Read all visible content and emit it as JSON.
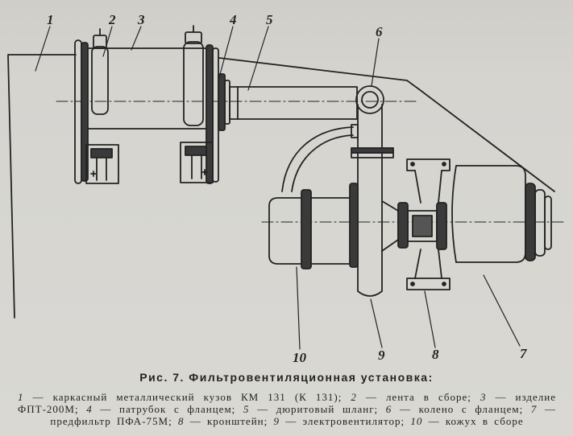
{
  "diagram": {
    "callouts": [
      "1",
      "2",
      "3",
      "4",
      "5",
      "6",
      "7",
      "8",
      "9",
      "10"
    ]
  },
  "figure": {
    "caption": "Рис. 7. Фильтровентиляционная установка:",
    "legend_lines": [
      "1 — каркасный металлический кузов КМ 131 (К 131); 2 — лента в сборе; 3 — изделие",
      "ФПТ-200М; 4 — патрубок с фланцем; 5 — дюритовый шланг; 6 — колено с фланцем; 7 —",
      "предфильтр ПФА-75М; 8 — кронштейн; 9 — электровентилятор; 10 — кожух в сборе"
    ]
  },
  "colors": {
    "paper": "#d5d4cf",
    "ink": "#232323",
    "dark_fill": "#3a3a3a"
  }
}
